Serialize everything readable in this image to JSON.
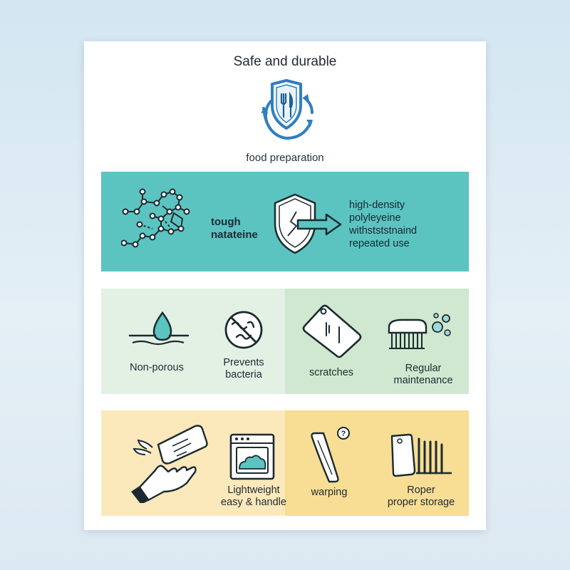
{
  "title": "Safe and durable",
  "subtitle": "food preparation",
  "teal_band": {
    "left_label": [
      "tough",
      "natateine"
    ],
    "right_label": [
      "high-density",
      "polyleyeine",
      "withstststnaind",
      "repeated use"
    ]
  },
  "green_band": {
    "items": [
      {
        "label": [
          "Non-porous"
        ],
        "icon": "water-drop-icon"
      },
      {
        "label": [
          "Prevents",
          "bacteria"
        ],
        "icon": "no-bacteria-icon"
      },
      {
        "label": [
          "scratches"
        ],
        "icon": "scratched-board-icon"
      },
      {
        "label": [
          "Regular",
          "maintenance"
        ],
        "icon": "scrub-brush-icon"
      }
    ]
  },
  "yellow_band": {
    "items": [
      {
        "label": [],
        "icon": "lightweight-hand-icon"
      },
      {
        "label": [
          "Lightweight",
          "easy & handle"
        ],
        "icon": "dishwasher-icon"
      },
      {
        "label": [
          "warping"
        ],
        "icon": "warped-board-icon"
      },
      {
        "label": [
          "Roper",
          "proper storage"
        ],
        "icon": "board-rack-icon"
      }
    ]
  },
  "colors": {
    "teal": "#5bc4c1",
    "green_light": "#e3f1e5",
    "green_dark": "#cfe8cf",
    "yellow_light": "#fbe8bb",
    "yellow_dark": "#f8dd94",
    "shield_blue": "#2f7fc1"
  }
}
